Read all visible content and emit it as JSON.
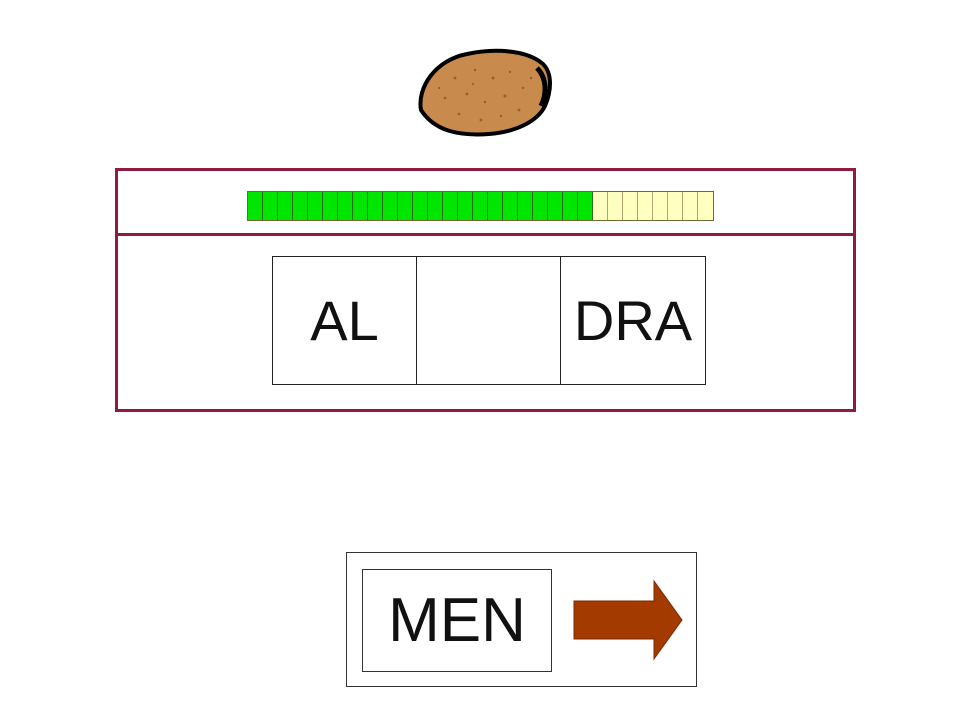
{
  "illustration": {
    "icon": "almond-icon",
    "color": "#c98a4e",
    "outline": "#000000"
  },
  "progress": {
    "total_segments": 31,
    "filled_segments": 23,
    "filled_color": "#00e600",
    "empty_color": "#ffffc0"
  },
  "word": {
    "syllables": [
      "AL",
      "",
      "DRA"
    ]
  },
  "answer": {
    "choice_label": "MEN",
    "next_icon": "right-arrow-icon",
    "next_color": "#a33a00"
  },
  "theme": {
    "panel_border": "#8e1c3c"
  }
}
